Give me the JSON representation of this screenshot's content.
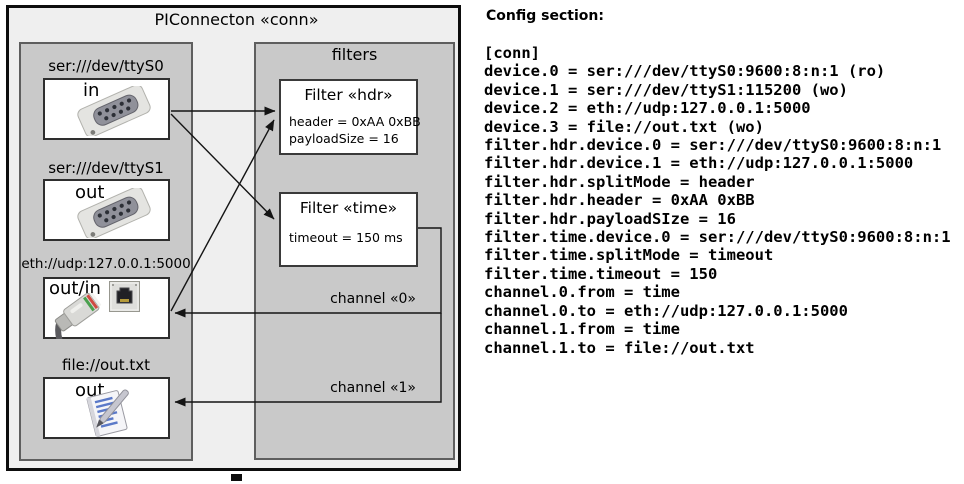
{
  "diagram": {
    "title": "PIConnecton «conn»",
    "devices_group": {
      "devices": [
        {
          "label": "ser:///dev/ttyS0",
          "direction": "in",
          "icons": [
            "serial-connector-icon"
          ]
        },
        {
          "label": "ser:///dev/ttyS1",
          "direction": "out",
          "icons": [
            "serial-connector-icon"
          ]
        },
        {
          "label": "eth://udp:127.0.0.1:5000",
          "direction": "out/in",
          "icons": [
            "ethernet-port-icon",
            "ethernet-cable-icon"
          ]
        },
        {
          "label": "file://out.txt",
          "direction": "out",
          "icons": [
            "notepad-icon"
          ]
        }
      ]
    },
    "filters_group": {
      "title": "filters",
      "filters": [
        {
          "title": "Filter «hdr»",
          "attributes": [
            "header = 0xAA 0xBB",
            "payloadSize = 16"
          ]
        },
        {
          "title": "Filter «time»",
          "attributes": [
            "timeout = 150 ms"
          ]
        }
      ]
    },
    "channels": [
      {
        "label": "channel «0»"
      },
      {
        "label": "channel «1»"
      }
    ]
  },
  "config": {
    "heading": "Config section:",
    "lines": [
      "[conn]",
      "device.0 = ser:///dev/ttyS0:9600:8:n:1 (ro)",
      "device.1 = ser:///dev/ttyS1:115200 (wo)",
      "device.2 = eth://udp:127.0.0.1:5000",
      "device.3 = file://out.txt (wo)",
      "filter.hdr.device.0 = ser:///dev/ttyS0:9600:8:n:1",
      "filter.hdr.device.1 = eth://udp:127.0.0.1:5000",
      "filter.hdr.splitMode = header",
      "filter.hdr.header = 0xAA 0xBB",
      "filter.hdr.payloadSIze = 16",
      "filter.time.device.0 = ser:///dev/ttyS0:9600:8:n:1",
      "filter.time.splitMode = timeout",
      "filter.time.timeout = 150",
      "channel.0.from = time",
      "channel.0.to = eth://udp:127.0.0.1:5000",
      "channel.1.from = time",
      "channel.1.to = file://out.txt"
    ]
  },
  "colors": {
    "outer_fill": "#efefef",
    "group_fill": "#c9c9c9",
    "box_fill": "#ffffff",
    "border_dark": "#2e2e2e",
    "line": "#141414",
    "text": "#000000"
  }
}
